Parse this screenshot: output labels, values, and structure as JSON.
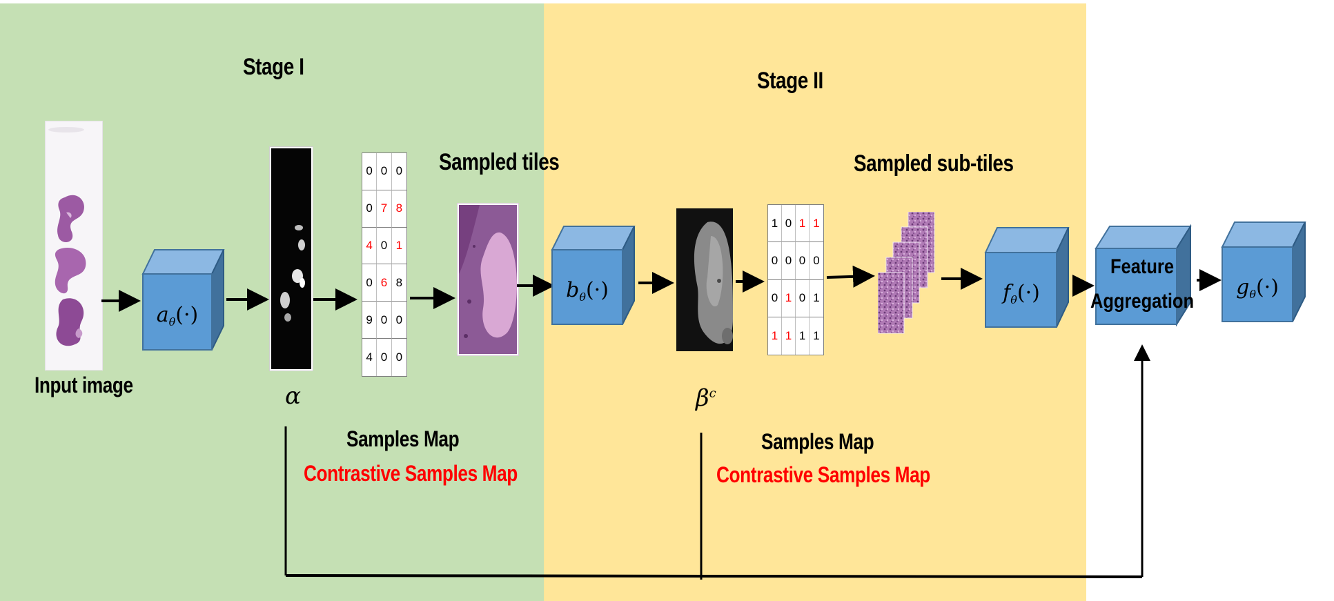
{
  "stage1": {
    "title": "Stage I"
  },
  "stage2": {
    "title": "Stage II"
  },
  "input_label": "Input image",
  "sampled_tiles_label": "Sampled tiles",
  "sampled_subtiles_label": "Sampled sub-tiles",
  "alpha_label": "α",
  "beta_label": "β",
  "beta_sup": "c",
  "samples_map_1": {
    "line1": "Samples Map",
    "line2": "Contrastive Samples Map"
  },
  "samples_map_2": {
    "line1": "Samples Map",
    "line2": "Contrastive Samples Map"
  },
  "grid1": [
    [
      "0",
      "0",
      "0"
    ],
    [
      "0",
      "7",
      "8"
    ],
    [
      "4",
      "0",
      "1"
    ],
    [
      "0",
      "6",
      "8"
    ],
    [
      "9",
      "0",
      "0"
    ],
    [
      "4",
      "0",
      "0"
    ]
  ],
  "grid1_red": [
    [
      1,
      1
    ],
    [
      1,
      2
    ],
    [
      2,
      0
    ],
    [
      2,
      2
    ],
    [
      3,
      1
    ]
  ],
  "grid2": [
    [
      "1",
      "0",
      "1",
      "1"
    ],
    [
      "0",
      "0",
      "0",
      "0"
    ],
    [
      "0",
      "1",
      "0",
      "1"
    ],
    [
      "1",
      "1",
      "1",
      "1"
    ]
  ],
  "grid2_red": [
    [
      0,
      2
    ],
    [
      0,
      3
    ],
    [
      2,
      1
    ],
    [
      3,
      0
    ],
    [
      3,
      1
    ]
  ],
  "blocks": {
    "a": {
      "fn": "a",
      "sub": "θ",
      "args": "(·)"
    },
    "b": {
      "fn": "b",
      "sub": "θ",
      "args": "(·)"
    },
    "f": {
      "fn": "f",
      "sub": "θ",
      "args": "(·)"
    },
    "g": {
      "fn": "g",
      "sub": "θ",
      "args": "(·)"
    },
    "feature_aggregation": {
      "line1": "Feature",
      "line2": "Aggregation"
    }
  },
  "colors": {
    "stage1_bg": "#c5e0b4",
    "stage2_bg": "#ffe699",
    "cube_front": "#5b9bd5",
    "cube_top": "#8cb8e3",
    "cube_side": "#41719c",
    "highlight_red": "#ff0000",
    "tissue": "#8b4f93"
  }
}
